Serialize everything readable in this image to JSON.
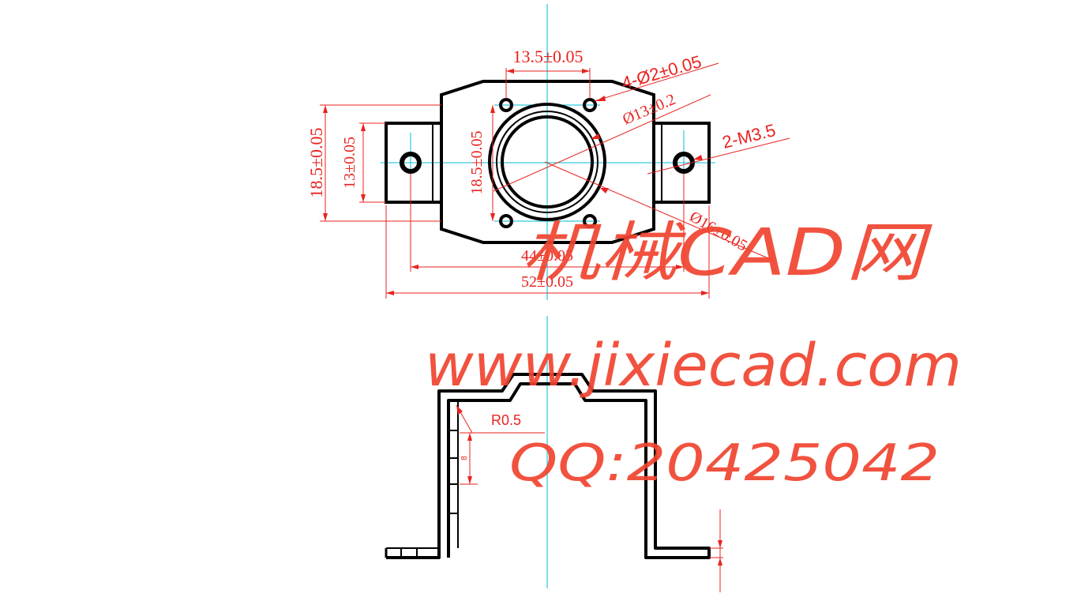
{
  "top_view": {
    "dim_hole_pitch": "13.5±0.05",
    "dim_small_holes": "4-Ø2±0.05",
    "dim_bore": "Ø13±0.2",
    "dim_thread": "2-M3.5",
    "dim_outer_height": "18.5±0.05",
    "dim_tab_height": "13±0.05",
    "dim_body_height": "18.5±0.05",
    "dim_flange": "Ø16±0.05",
    "dim_mount_pitch": "44±0.05",
    "dim_overall_width": "52±0.05"
  },
  "side_view": {
    "dim_radius": "R0.5",
    "dim_wall": "8"
  },
  "watermark": {
    "site_name": "机械CAD网",
    "url": "www.jixiecad.com",
    "qq": "QQ:20425042"
  },
  "colors": {
    "outline": "#000000",
    "dimension": "#e8231f",
    "centerline": "#00bcd4",
    "watermark": "#f0442f"
  }
}
